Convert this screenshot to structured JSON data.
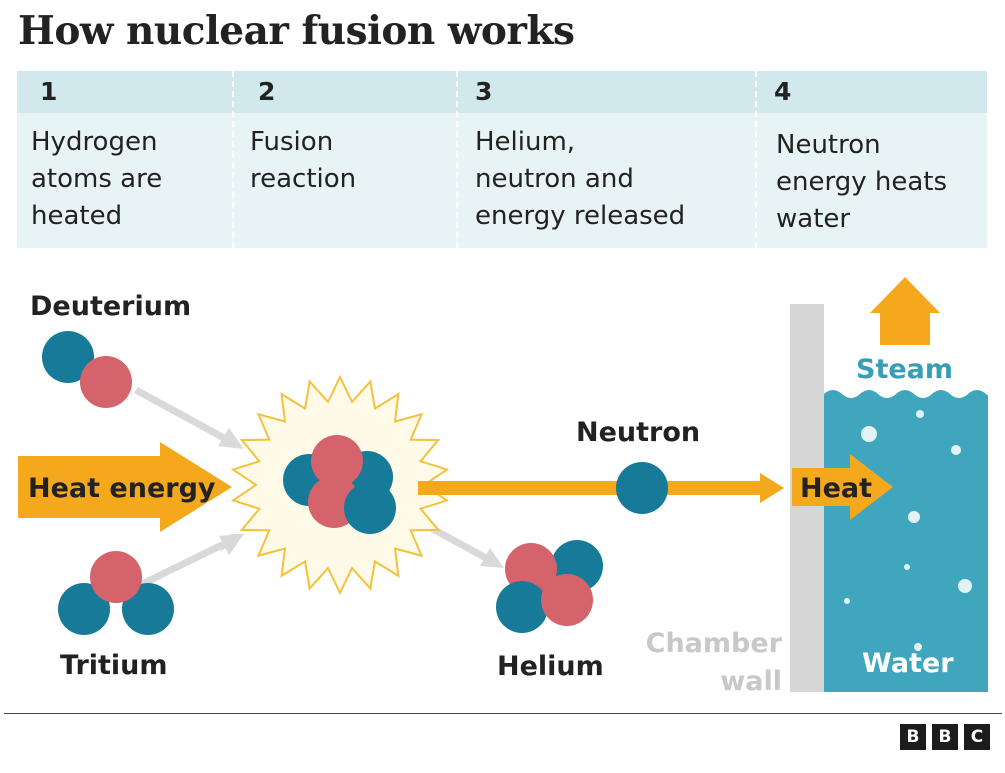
{
  "title": "How nuclear fusion works",
  "steps": [
    {
      "number": "1",
      "text": "Hydrogen\natoms are\nheated"
    },
    {
      "number": "2",
      "text": "Fusion\nreaction"
    },
    {
      "number": "3",
      "text": "Helium,\nneutron and\nenergy released"
    },
    {
      "number": "4",
      "text": "Neutron\nenergy heats\nwater"
    }
  ],
  "labels": {
    "deuterium": "Deuterium",
    "tritium": "Tritium",
    "heat_energy": "Heat energy",
    "neutron": "Neutron",
    "helium": "Helium",
    "heat": "Heat",
    "steam": "Steam",
    "water": "Water",
    "chamber_line1": "Chamber",
    "chamber_line2": "wall"
  },
  "logo": {
    "letters": [
      "B",
      "B",
      "C"
    ]
  },
  "colors": {
    "proton": "#d4636b",
    "neutron": "#167a98",
    "arrow": "#f4a81c",
    "water": "#3fa6bd",
    "steam_text": "#3a9db6",
    "wall": "#d6d6d6",
    "star_fill": "#fffbe8",
    "star_stroke": "#f4c23a",
    "header_bg": "#d1e9ec",
    "body_bg": "#e8f3f5"
  }
}
